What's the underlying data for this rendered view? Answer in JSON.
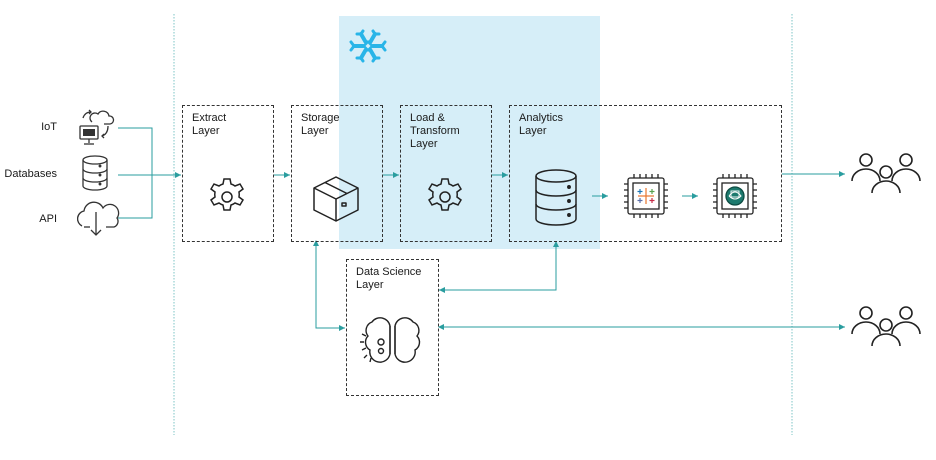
{
  "sources": {
    "iot": "IoT",
    "databases": "Databases",
    "api": "API"
  },
  "layers": {
    "extract": "Extract\nLayer",
    "storage": "Storage\nLayer",
    "load_transform": "Load &\nTransform\nLayer",
    "analytics": "Analytics\nLayer",
    "data_science": "Data Science\nLayer"
  },
  "colors": {
    "teal": "#2a9d9f",
    "snowflake_zone": "#d6eef8",
    "snowflake_logo": "#29b5e8",
    "boundary": "#7cc4c6"
  },
  "icons": [
    "iot-device-icon",
    "database-icon",
    "api-cloud-icon",
    "gear-icon",
    "box-icon",
    "database-stack-icon",
    "chip-icon",
    "brain-icon",
    "users-icon",
    "snowflake-icon"
  ]
}
